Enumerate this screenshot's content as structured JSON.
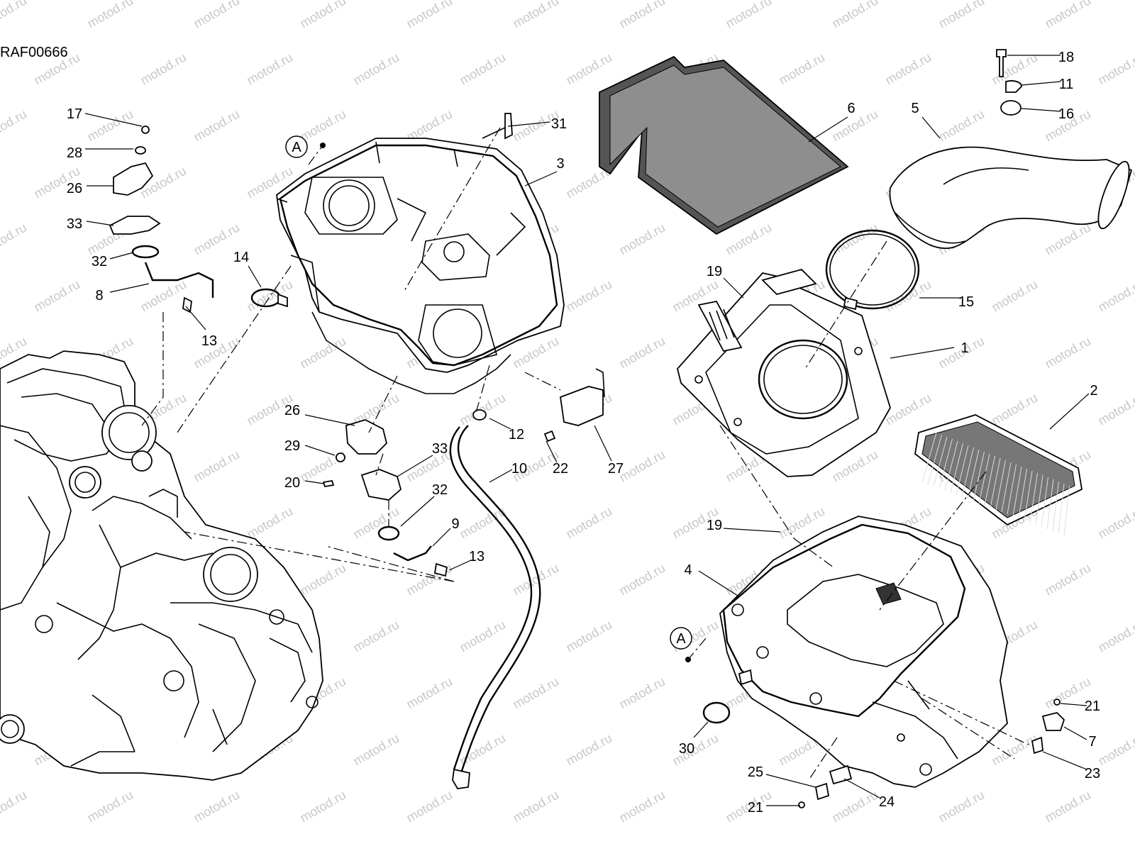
{
  "drawing_code": "RAF00666",
  "watermark": "motod.ru",
  "reference_marker": "A",
  "callouts": [
    {
      "label": "17"
    },
    {
      "label": "28"
    },
    {
      "label": "26"
    },
    {
      "label": "33"
    },
    {
      "label": "32"
    },
    {
      "label": "8"
    },
    {
      "label": "13"
    },
    {
      "label": "14"
    },
    {
      "label": "31"
    },
    {
      "label": "3"
    },
    {
      "label": "6"
    },
    {
      "label": "5"
    },
    {
      "label": "18"
    },
    {
      "label": "11"
    },
    {
      "label": "16"
    },
    {
      "label": "19"
    },
    {
      "label": "15"
    },
    {
      "label": "1"
    },
    {
      "label": "2"
    },
    {
      "label": "26"
    },
    {
      "label": "29"
    },
    {
      "label": "20"
    },
    {
      "label": "33"
    },
    {
      "label": "12"
    },
    {
      "label": "10"
    },
    {
      "label": "22"
    },
    {
      "label": "27"
    },
    {
      "label": "32"
    },
    {
      "label": "9"
    },
    {
      "label": "13"
    },
    {
      "label": "19"
    },
    {
      "label": "4"
    },
    {
      "label": "21"
    },
    {
      "label": "7"
    },
    {
      "label": "30"
    },
    {
      "label": "23"
    },
    {
      "label": "25"
    },
    {
      "label": "24"
    },
    {
      "label": "21"
    }
  ]
}
